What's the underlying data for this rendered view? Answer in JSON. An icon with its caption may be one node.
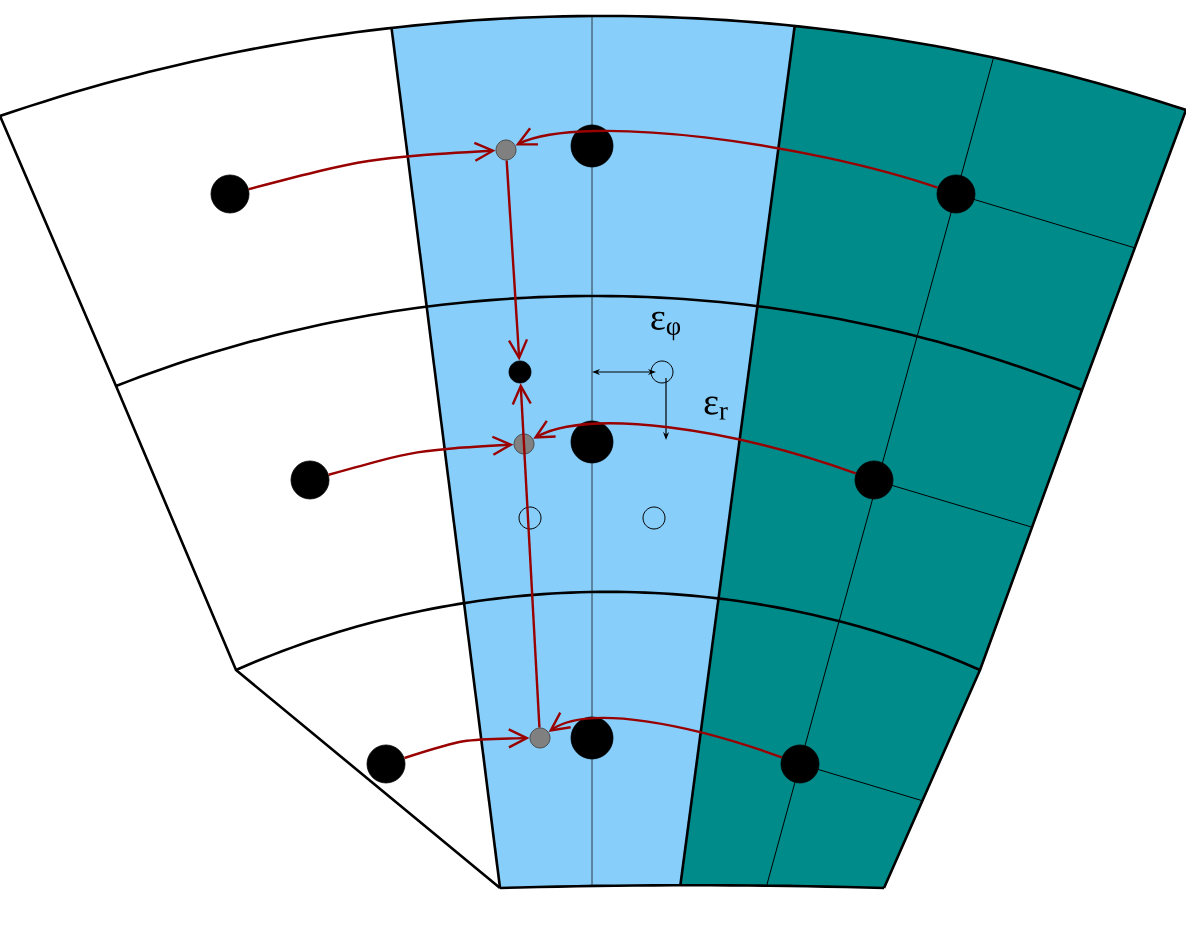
{
  "diagram": {
    "nodes": [
      {
        "text": [],
        "shape": "circle"
      },
      {
        "text": [],
        "shape": "circle"
      },
      {
        "text": [],
        "shape": "circle"
      },
      {
        "text": [],
        "shape": "circle"
      },
      {
        "text": [],
        "shape": "circle"
      },
      {
        "text": [],
        "shape": "circle"
      },
      {
        "text": [],
        "shape": "circle"
      },
      {
        "text": [],
        "shape": "circle"
      },
      {
        "text": [],
        "shape": "circle"
      },
      {
        "text": [],
        "shape": "circle"
      },
      {
        "text": [],
        "shape": "circle"
      },
      {
        "text": [],
        "shape": "circle"
      },
      {
        "text": [],
        "shape": "circle"
      },
      {
        "text": [],
        "shape": "circle"
      },
      {
        "text": [],
        "shape": "circle"
      },
      {
        "text": [],
        "shape": "circle"
      }
    ],
    "edges": [
      {
        "from": 0,
        "to": 1,
        "arrow": "to"
      },
      {
        "from": 3,
        "to": 1,
        "arrow": "to"
      },
      {
        "from": 1,
        "to": 4,
        "arrow": "to"
      },
      {
        "from": 6,
        "to": 7,
        "arrow": "to"
      },
      {
        "from": 9,
        "to": 7,
        "arrow": "to"
      },
      {
        "from": 13,
        "to": 4,
        "arrow": "to"
      },
      {
        "from": 12,
        "to": 13,
        "arrow": "to"
      },
      {
        "from": 15,
        "to": 13,
        "arrow": "to"
      }
    ],
    "labels": [
      "ε$_{φ}$",
      "ε$_{r}$"
    ]
  }
}
